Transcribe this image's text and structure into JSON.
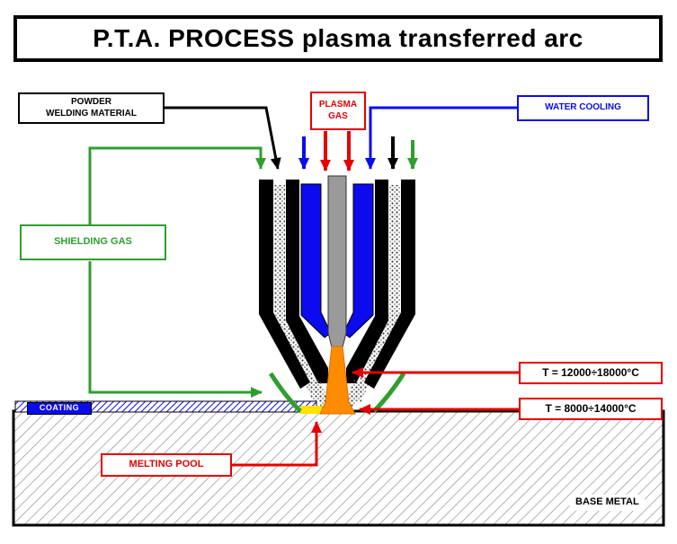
{
  "title": "P.T.A. PROCESS plasma transferred arc",
  "labels": {
    "powder_line1": "POWDER",
    "powder_line2": "WELDING MATERIAL",
    "plasma_line1": "PLASMA",
    "plasma_line2": "GAS",
    "water_cooling": "WATER COOLING",
    "shielding_gas": "SHIELDING GAS",
    "temp_arc": "T = 12000÷18000°C",
    "temp_pool": "T = 8000÷14000°C",
    "melting_pool": "MELTING POOL",
    "coating": "COATING",
    "base_metal": "BASE METAL"
  },
  "colors": {
    "red": "#e60000",
    "blue": "#0b0bee",
    "green": "#2f9e2f",
    "electrode_gray": "#9a9a9a",
    "arc_orange": "#ff8c00",
    "pool_yellow": "#ffe100"
  }
}
